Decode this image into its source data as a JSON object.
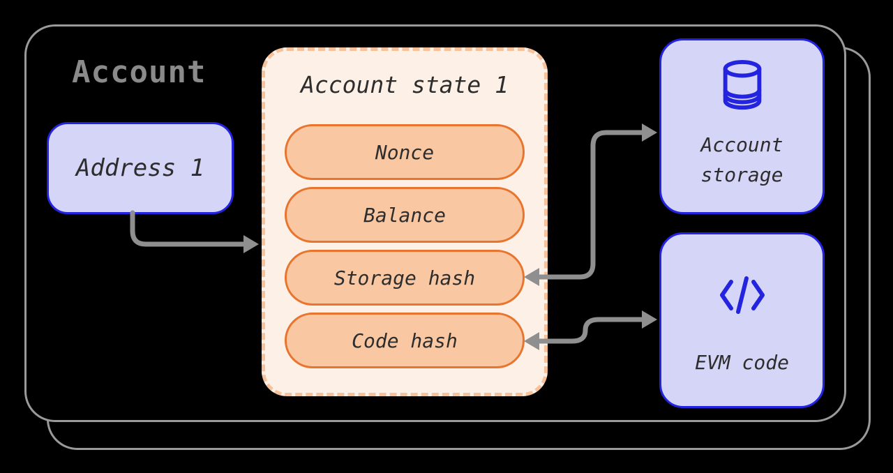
{
  "title": "Account",
  "address_box": {
    "label": "Address 1"
  },
  "state_box": {
    "title": "Account state 1",
    "fields": [
      "Nonce",
      "Balance",
      "Storage hash",
      "Code hash"
    ]
  },
  "storage_box": {
    "icon": "database-icon",
    "label_line1": "Account",
    "label_line2": "storage"
  },
  "evm_box": {
    "icon": "code-icon",
    "label": "EVM code"
  },
  "arrows": [
    "address-to-account-state",
    "account-state-to-account-storage-bidirectional",
    "account-state-to-evm-code-bidirectional"
  ],
  "theme": {
    "background": "#000000",
    "card_border": "#9a9a9a",
    "title_color": "#8a8a8a",
    "lavender_fill": "#d5d5f7",
    "blue": "#2424e0",
    "state_fill": "#fdf0e7",
    "state_dash": "#f7c19a",
    "pill_fill": "#f9c8a2",
    "pill_border": "#e8742e",
    "arrow": "#8f8f8f",
    "text": "#2d2d2d"
  }
}
